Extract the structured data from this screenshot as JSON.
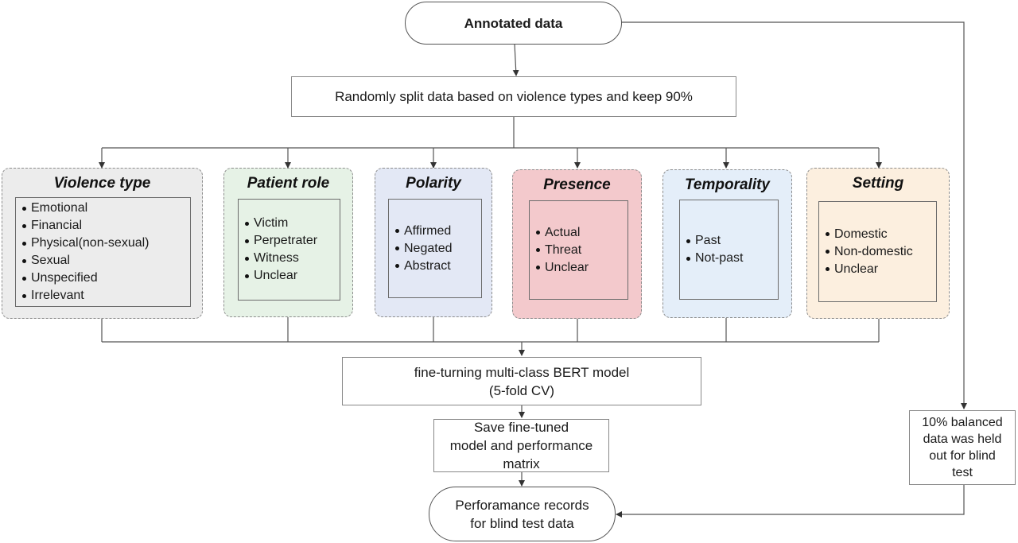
{
  "nodes": {
    "annotated": "Annotated data",
    "split": "Randomly split data based on violence types and keep 90%",
    "finetune_line1": "fine-turning multi-class BERT model",
    "finetune_line2": "(5-fold CV)",
    "save_line1": "Save fine-tuned",
    "save_line2": "model and performance matrix",
    "records_line1": "Perforamance records",
    "records_line2": "for blind test data",
    "heldout_lines": [
      "10% balanced",
      "data was held",
      "out for blind",
      "test"
    ]
  },
  "categories": [
    {
      "title": "Violence type",
      "items": [
        "Emotional",
        "Financial",
        "Physical(non-sexual)",
        "Sexual",
        "Unspecified",
        "Irrelevant"
      ],
      "fill": "#ececec"
    },
    {
      "title": "Patient role",
      "items": [
        "Victim",
        "Perpetrater",
        "Witness",
        "Unclear"
      ],
      "fill": "#e6f2e6"
    },
    {
      "title": "Polarity",
      "items": [
        "Affirmed",
        "Negated",
        "Abstract"
      ],
      "fill": "#e3e8f5"
    },
    {
      "title": "Presence",
      "items": [
        "Actual",
        "Threat",
        "Unclear"
      ],
      "fill": "#f3c9cc"
    },
    {
      "title": "Temporality",
      "items": [
        "Past",
        "Not-past"
      ],
      "fill": "#e4eef9"
    },
    {
      "title": "Setting",
      "items": [
        "Domestic",
        "Non-domestic",
        "Unclear"
      ],
      "fill": "#fcefdf"
    }
  ],
  "colors": {
    "line": "#444444",
    "dash_border": "#8d8d8d"
  }
}
